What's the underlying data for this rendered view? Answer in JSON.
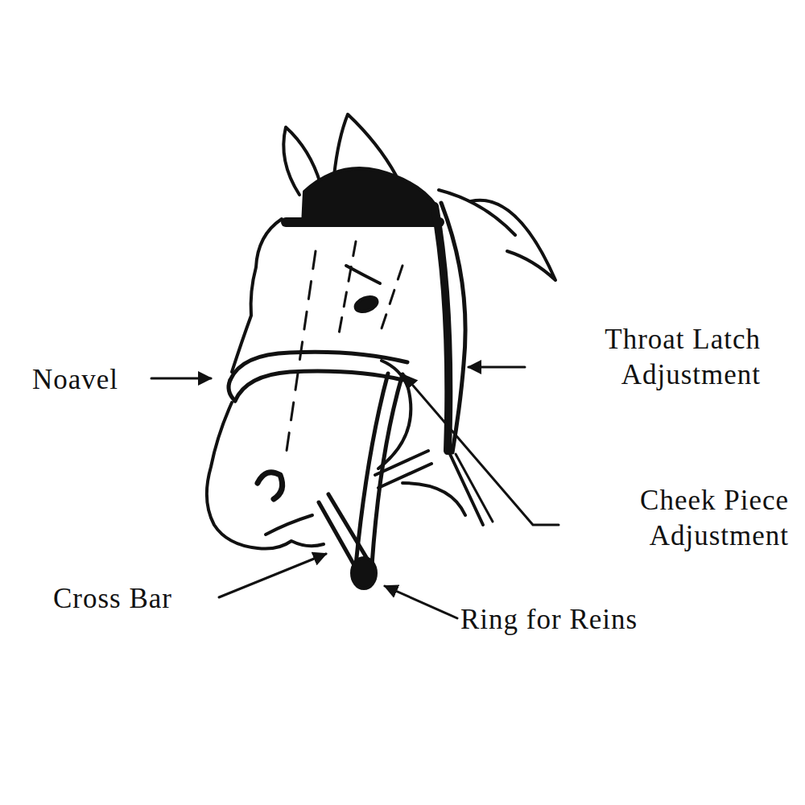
{
  "diagram": {
    "labels": [
      "Noavel",
      "Throat Latch Adjustment",
      "Cheek Piece Adjustment",
      "Cross Bar",
      "Ring for Reins"
    ]
  }
}
